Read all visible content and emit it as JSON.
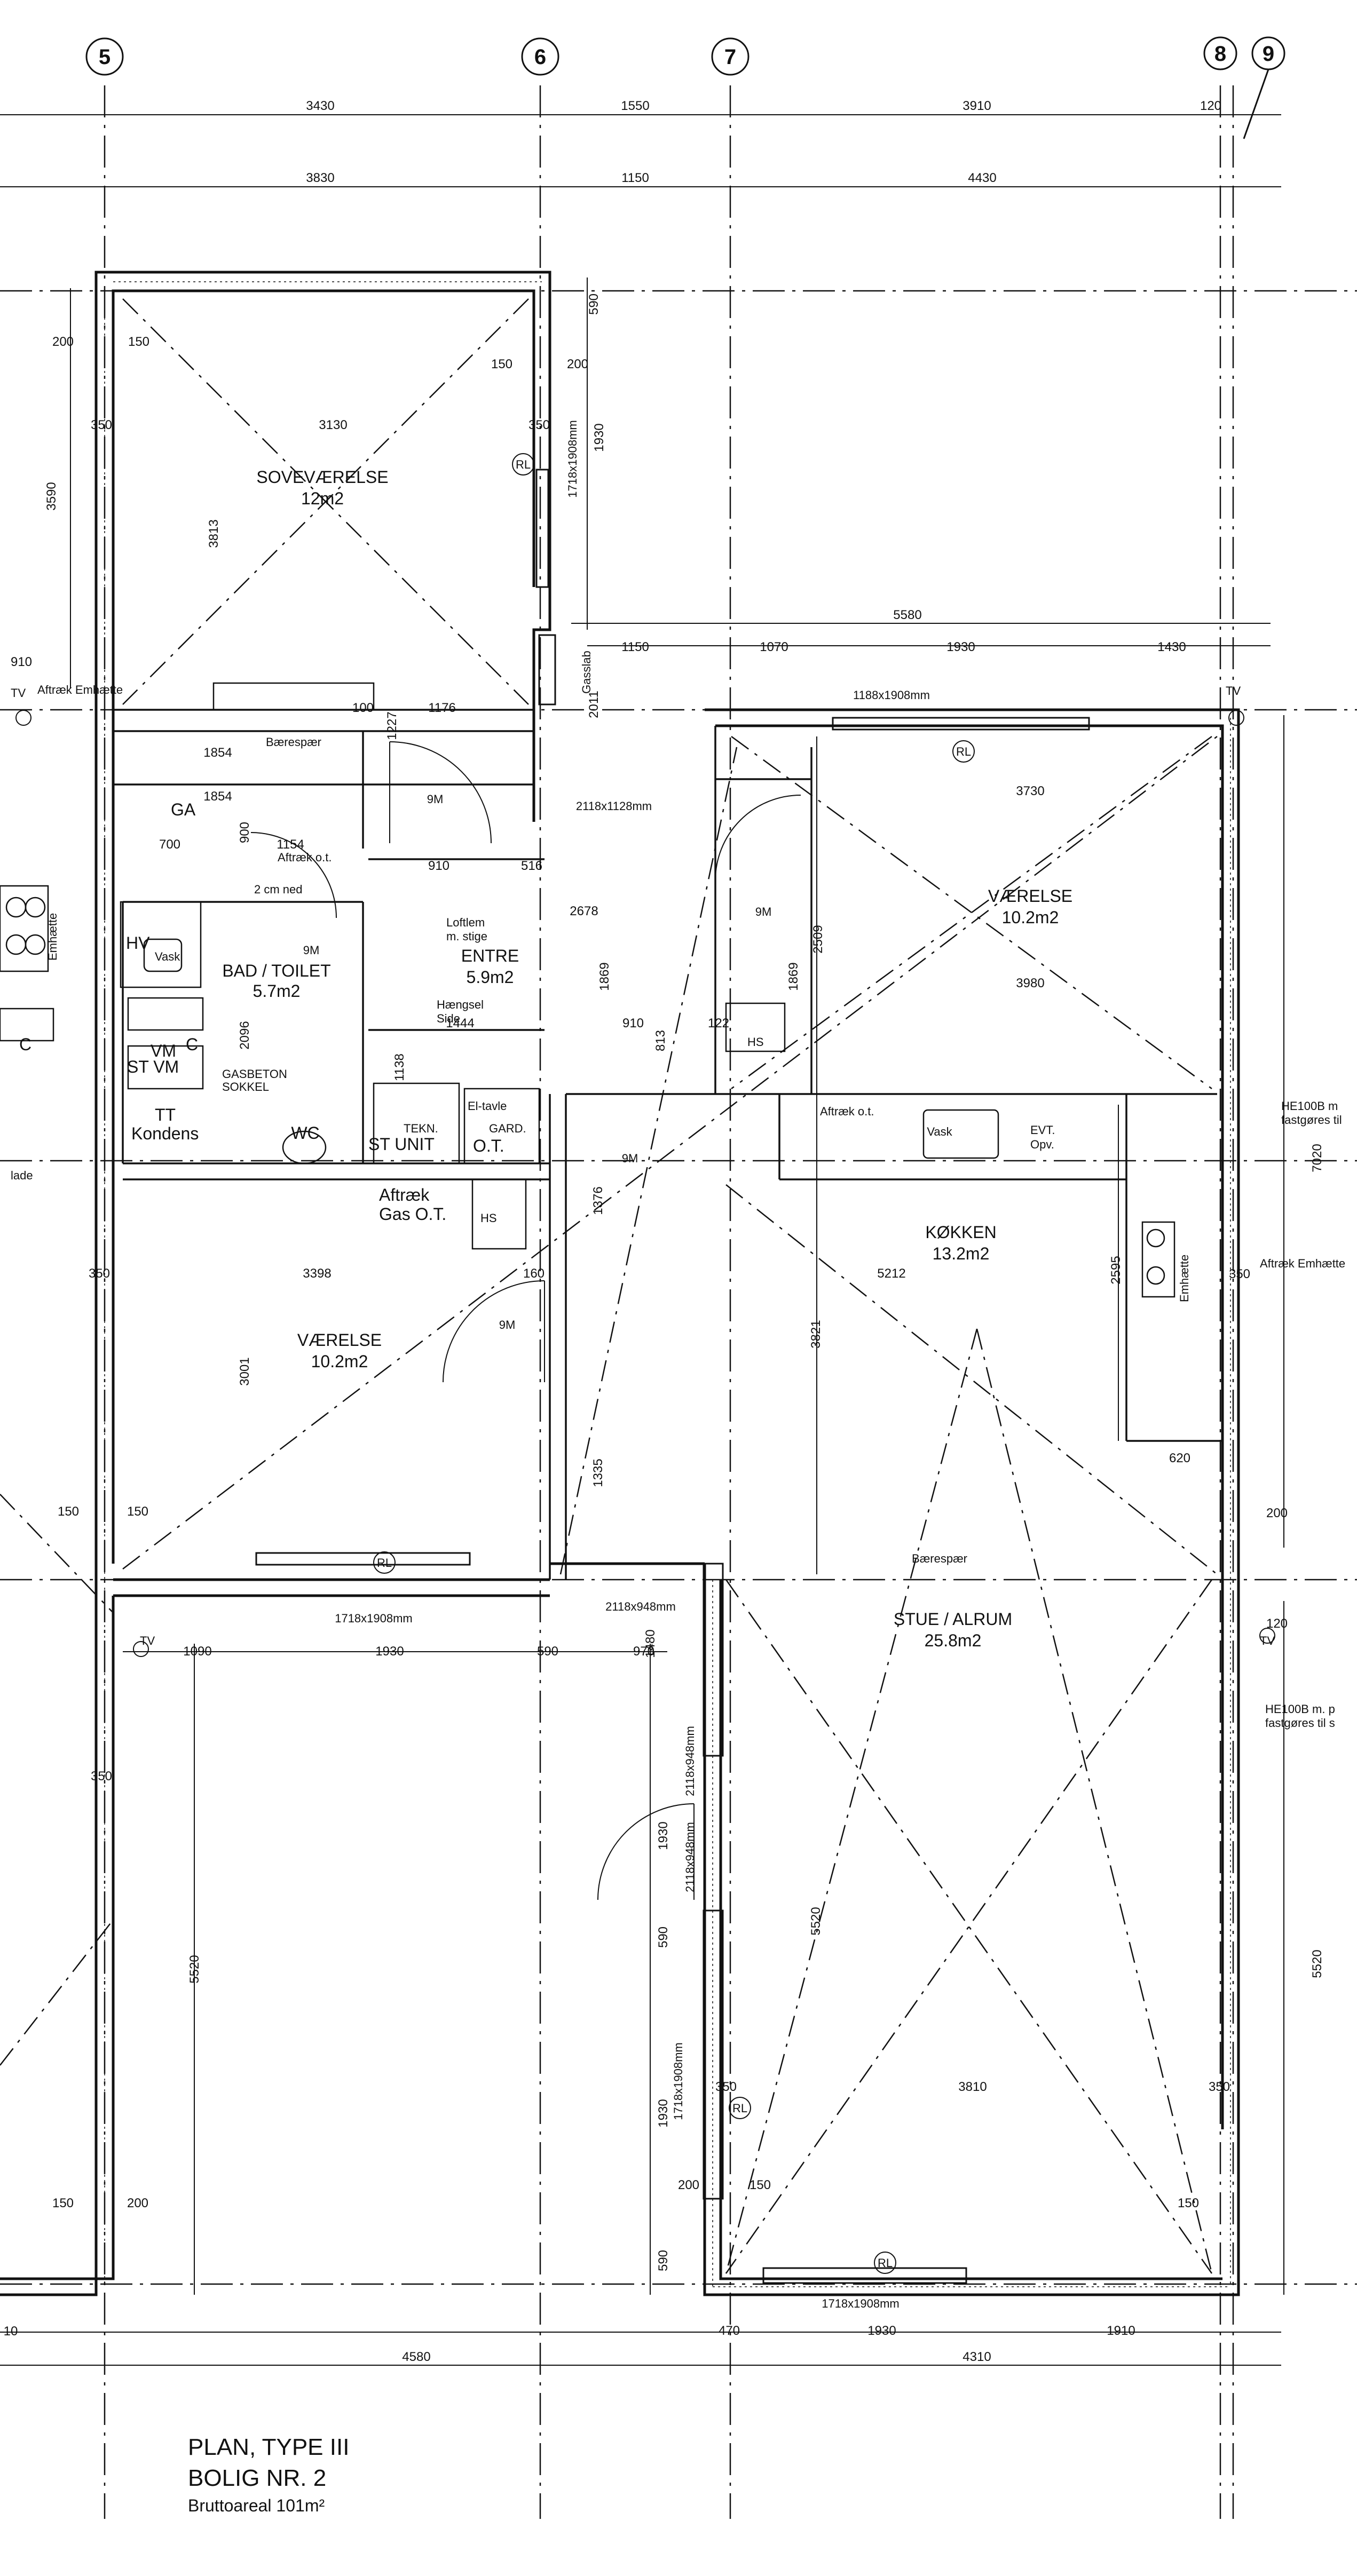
{
  "axes": [
    "5",
    "6",
    "7",
    "8",
    "9"
  ],
  "top_dims_row1": [
    "3430",
    "1550",
    "3910",
    "120"
  ],
  "top_dims_row2": [
    "3830",
    "1150",
    "4430"
  ],
  "row_5580": [
    "5580"
  ],
  "row_upper_right": [
    "1150",
    "1070",
    "1930",
    "1430"
  ],
  "bottom_dims_row1": [
    "470",
    "1930",
    "1910"
  ],
  "bottom_dims_row2": [
    "4580",
    "4310"
  ],
  "left_edge_dims": [
    "3590",
    "910",
    "10"
  ],
  "right_edge_dims": [
    "7020",
    "5520",
    "120",
    "200",
    "350"
  ],
  "rooms": {
    "sovevaerelse": {
      "name": "SOVEVÆRELSE",
      "area": "12m2"
    },
    "bad": {
      "name": "BAD / TOILET",
      "area": "5.7m2"
    },
    "entre": {
      "name": "ENTRE",
      "area": "5.9m2"
    },
    "vaerelse_top": {
      "name": "VÆRELSE",
      "area": "10.2m2"
    },
    "kokken": {
      "name": "KØKKEN",
      "area": "13.2m2"
    },
    "vaerelse_left": {
      "name": "VÆRELSE",
      "area": "10.2m2"
    },
    "stue": {
      "name": "STUE / ALRUM",
      "area": "25.8m2"
    }
  },
  "labels": {
    "baerespaer": "Bærespær",
    "aftraek_emhaette": "Aftræk Emhætte",
    "tv": "TV",
    "ga": "GA",
    "hv": "HV",
    "vask": "Vask",
    "vm": "VM",
    "st_vm": "ST VM",
    "c": "C",
    "gasbeton": "GASBETON",
    "sokkel": "SOKKEL",
    "tt": "TT",
    "kondens": "Kondens",
    "wc": "WC",
    "st_unit": "ST UNIT",
    "tekn": "TEKN.",
    "ot": "O.T.",
    "gard": "GARD.",
    "elt": "El-tavle",
    "hs": "HS",
    "aftraek_ot": "Aftræk o.t.",
    "aftraek_gas": "Aftræk",
    "gas_ot": "Gas O.T.",
    "loftlem": "Loftlem",
    "m_stige": "m. stige",
    "haengsel": "Hængsel",
    "side": "Side",
    "cm_ned": "2 cm ned",
    "gasslab": "Gasslab",
    "evt": "EVT.",
    "opv": "Opv.",
    "emhaette": "Emhætte",
    "he100b": "HE100B m",
    "fastgjores": "fastgøres til",
    "he100b_2": "HE100B m. p",
    "fastgjores_2": "fastgøres til s",
    "window_1188": "1188x1908mm",
    "window_1718a": "1718x1908mm",
    "window_1718b": "1718x1908mm",
    "window_1718c": "1718x1908mm",
    "window_1718d": "1718x1908mm",
    "window_2118a": "2118x1128mm",
    "window_2118b": "2118x948mm",
    "window_2118c": "2118x948mm",
    "window_2118d": "2118x948mm",
    "rl": "RL",
    "nine_m": "9M",
    "lade": "lade"
  },
  "inner_dims": {
    "d200": "200",
    "d150": "150",
    "d3130": "3130",
    "d350": "350",
    "d3813": "3813",
    "d590": "590",
    "d1930": "1930",
    "d2011": "2011",
    "d1854": "1854",
    "d1176": "1176",
    "d1227": "1227",
    "d100": "100",
    "d700": "700",
    "d900": "900",
    "d1154": "1154",
    "d910": "910",
    "d516": "516",
    "d2678": "2678",
    "d1869": "1869",
    "d2096": "2096",
    "d1444": "1444",
    "d813": "813",
    "d122": "122",
    "d3730": "3730",
    "d2509": "2509",
    "d3980": "3980",
    "d1138": "1138",
    "d1376": "1376",
    "d3398": "3398",
    "d5212": "5212",
    "d3821": "3821",
    "d2595": "2595",
    "d3001": "3001",
    "d1335": "1335",
    "d620": "620",
    "d1090": "1090",
    "d970": "970",
    "d5520": "5520",
    "d3810": "3810",
    "d1480": "1480",
    "d160": "160",
    "d120": "120"
  },
  "title": {
    "line1": "PLAN, TYPE III",
    "line2": "BOLIG NR. 2",
    "line3": "Bruttoareal 101m²"
  }
}
